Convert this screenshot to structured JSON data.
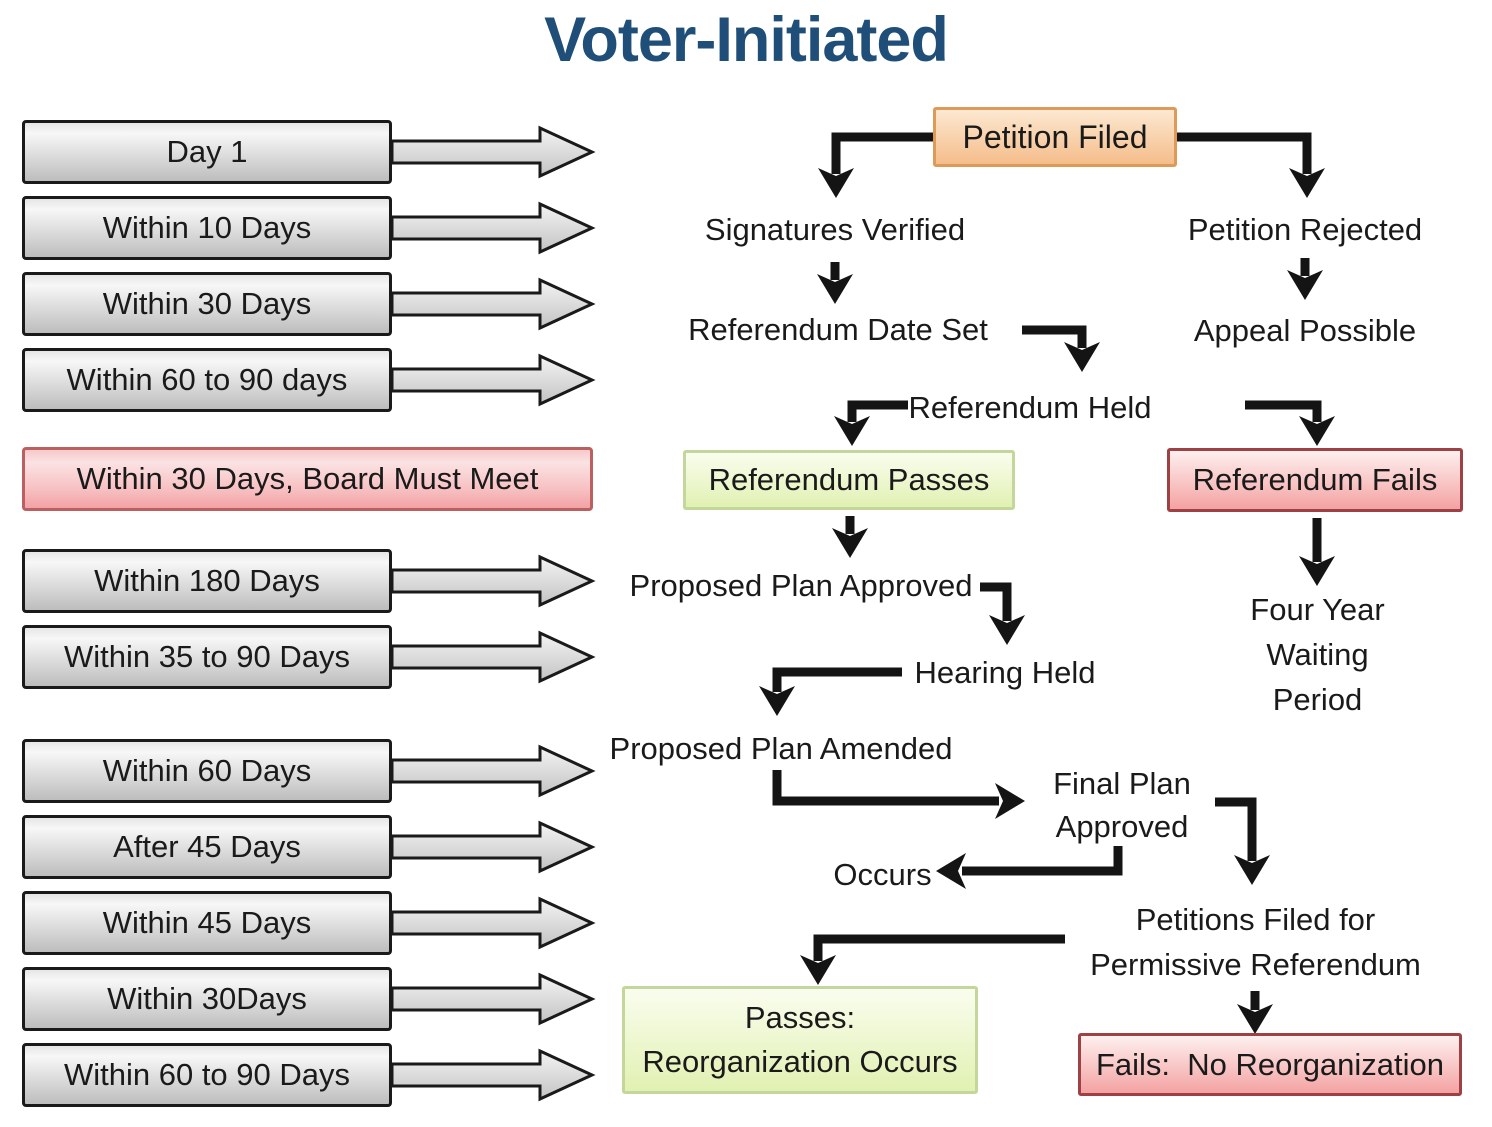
{
  "page": {
    "title": "Voter-Initiated"
  },
  "theme": {
    "title_color": "#1F4E79",
    "arrow_color": "#141414",
    "gray_box_top": "#F7F7F7",
    "gray_box_bottom": "#BDBDBD",
    "pink_box_fill": "#F2A2A5",
    "pink_box_border": "#BC5F61",
    "orange_box_fill": "#F5BD8B",
    "orange_box_border": "#DD9A58",
    "green_box_fill": "#E1F1B2",
    "green_box_border": "#C3D69B",
    "red_box_fill": "#F4A2A2",
    "red_box_border": "#9E4144"
  },
  "timeline": {
    "items": [
      {
        "label": "Day 1",
        "style": "gray"
      },
      {
        "label": "Within 10 Days",
        "style": "gray"
      },
      {
        "label": "Within 30 Days",
        "style": "gray"
      },
      {
        "label": "Within 60 to 90 days",
        "style": "gray"
      },
      {
        "label": "Within 30 Days, Board Must Meet",
        "style": "pink"
      },
      {
        "label": "Within 180 Days",
        "style": "gray"
      },
      {
        "label": "Within 35 to 90 Days",
        "style": "gray"
      },
      {
        "label": "Within 60 Days",
        "style": "gray"
      },
      {
        "label": "After 45 Days",
        "style": "gray"
      },
      {
        "label": "Within 45 Days",
        "style": "gray"
      },
      {
        "label": "Within 30Days",
        "style": "gray"
      },
      {
        "label": "Within 60 to 90 Days",
        "style": "gray"
      }
    ]
  },
  "flowchart": {
    "nodes": {
      "petition_filed": "Petition Filed",
      "signatures_verified": "Signatures Verified",
      "petition_rejected": "Petition Rejected",
      "referendum_date_set": "Referendum Date Set",
      "appeal_possible": "Appeal Possible",
      "referendum_held": "Referendum Held",
      "referendum_passes": "Referendum Passes",
      "referendum_fails": "Referendum Fails",
      "proposed_plan_approved": "Proposed Plan Approved",
      "four_year_waiting_period": "Four Year Waiting Period",
      "hearing_held": "Hearing Held",
      "proposed_plan_amended": "Proposed Plan Amended",
      "final_plan_approved": "Final Plan Approved",
      "occurs": "Occurs",
      "petitions_filed": "Petitions Filed for Permissive Referendum",
      "passes_reorg_line1": "Passes:",
      "passes_reorg_line2": "Reorganization Occurs",
      "fails_no_reorg": "Fails:  No Reorganization"
    }
  }
}
